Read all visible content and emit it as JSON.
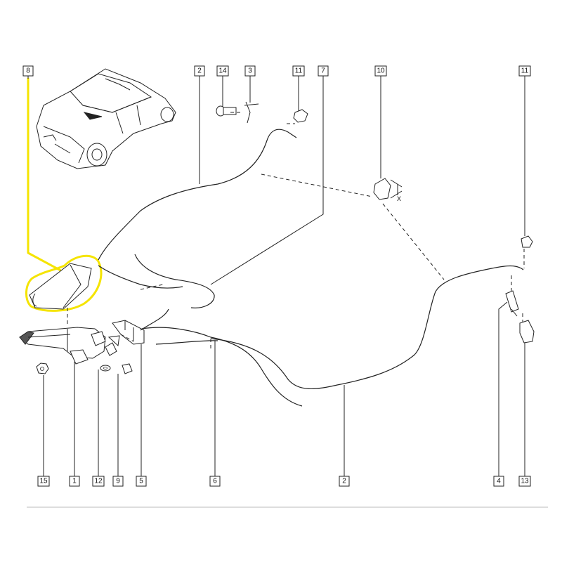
{
  "callouts": {
    "c8": "8",
    "c2_top": "2",
    "c14": "14",
    "c3": "3",
    "c11_a": "11",
    "c7": "7",
    "c10": "10",
    "c11_b": "11",
    "c15": "15",
    "c1": "1",
    "c12": "12",
    "c9": "9",
    "c5": "5",
    "c6": "6",
    "c2_bottom": "2",
    "c4": "4",
    "c13": "13"
  },
  "dimension_label": "X",
  "highlight_color": "#f5e400"
}
